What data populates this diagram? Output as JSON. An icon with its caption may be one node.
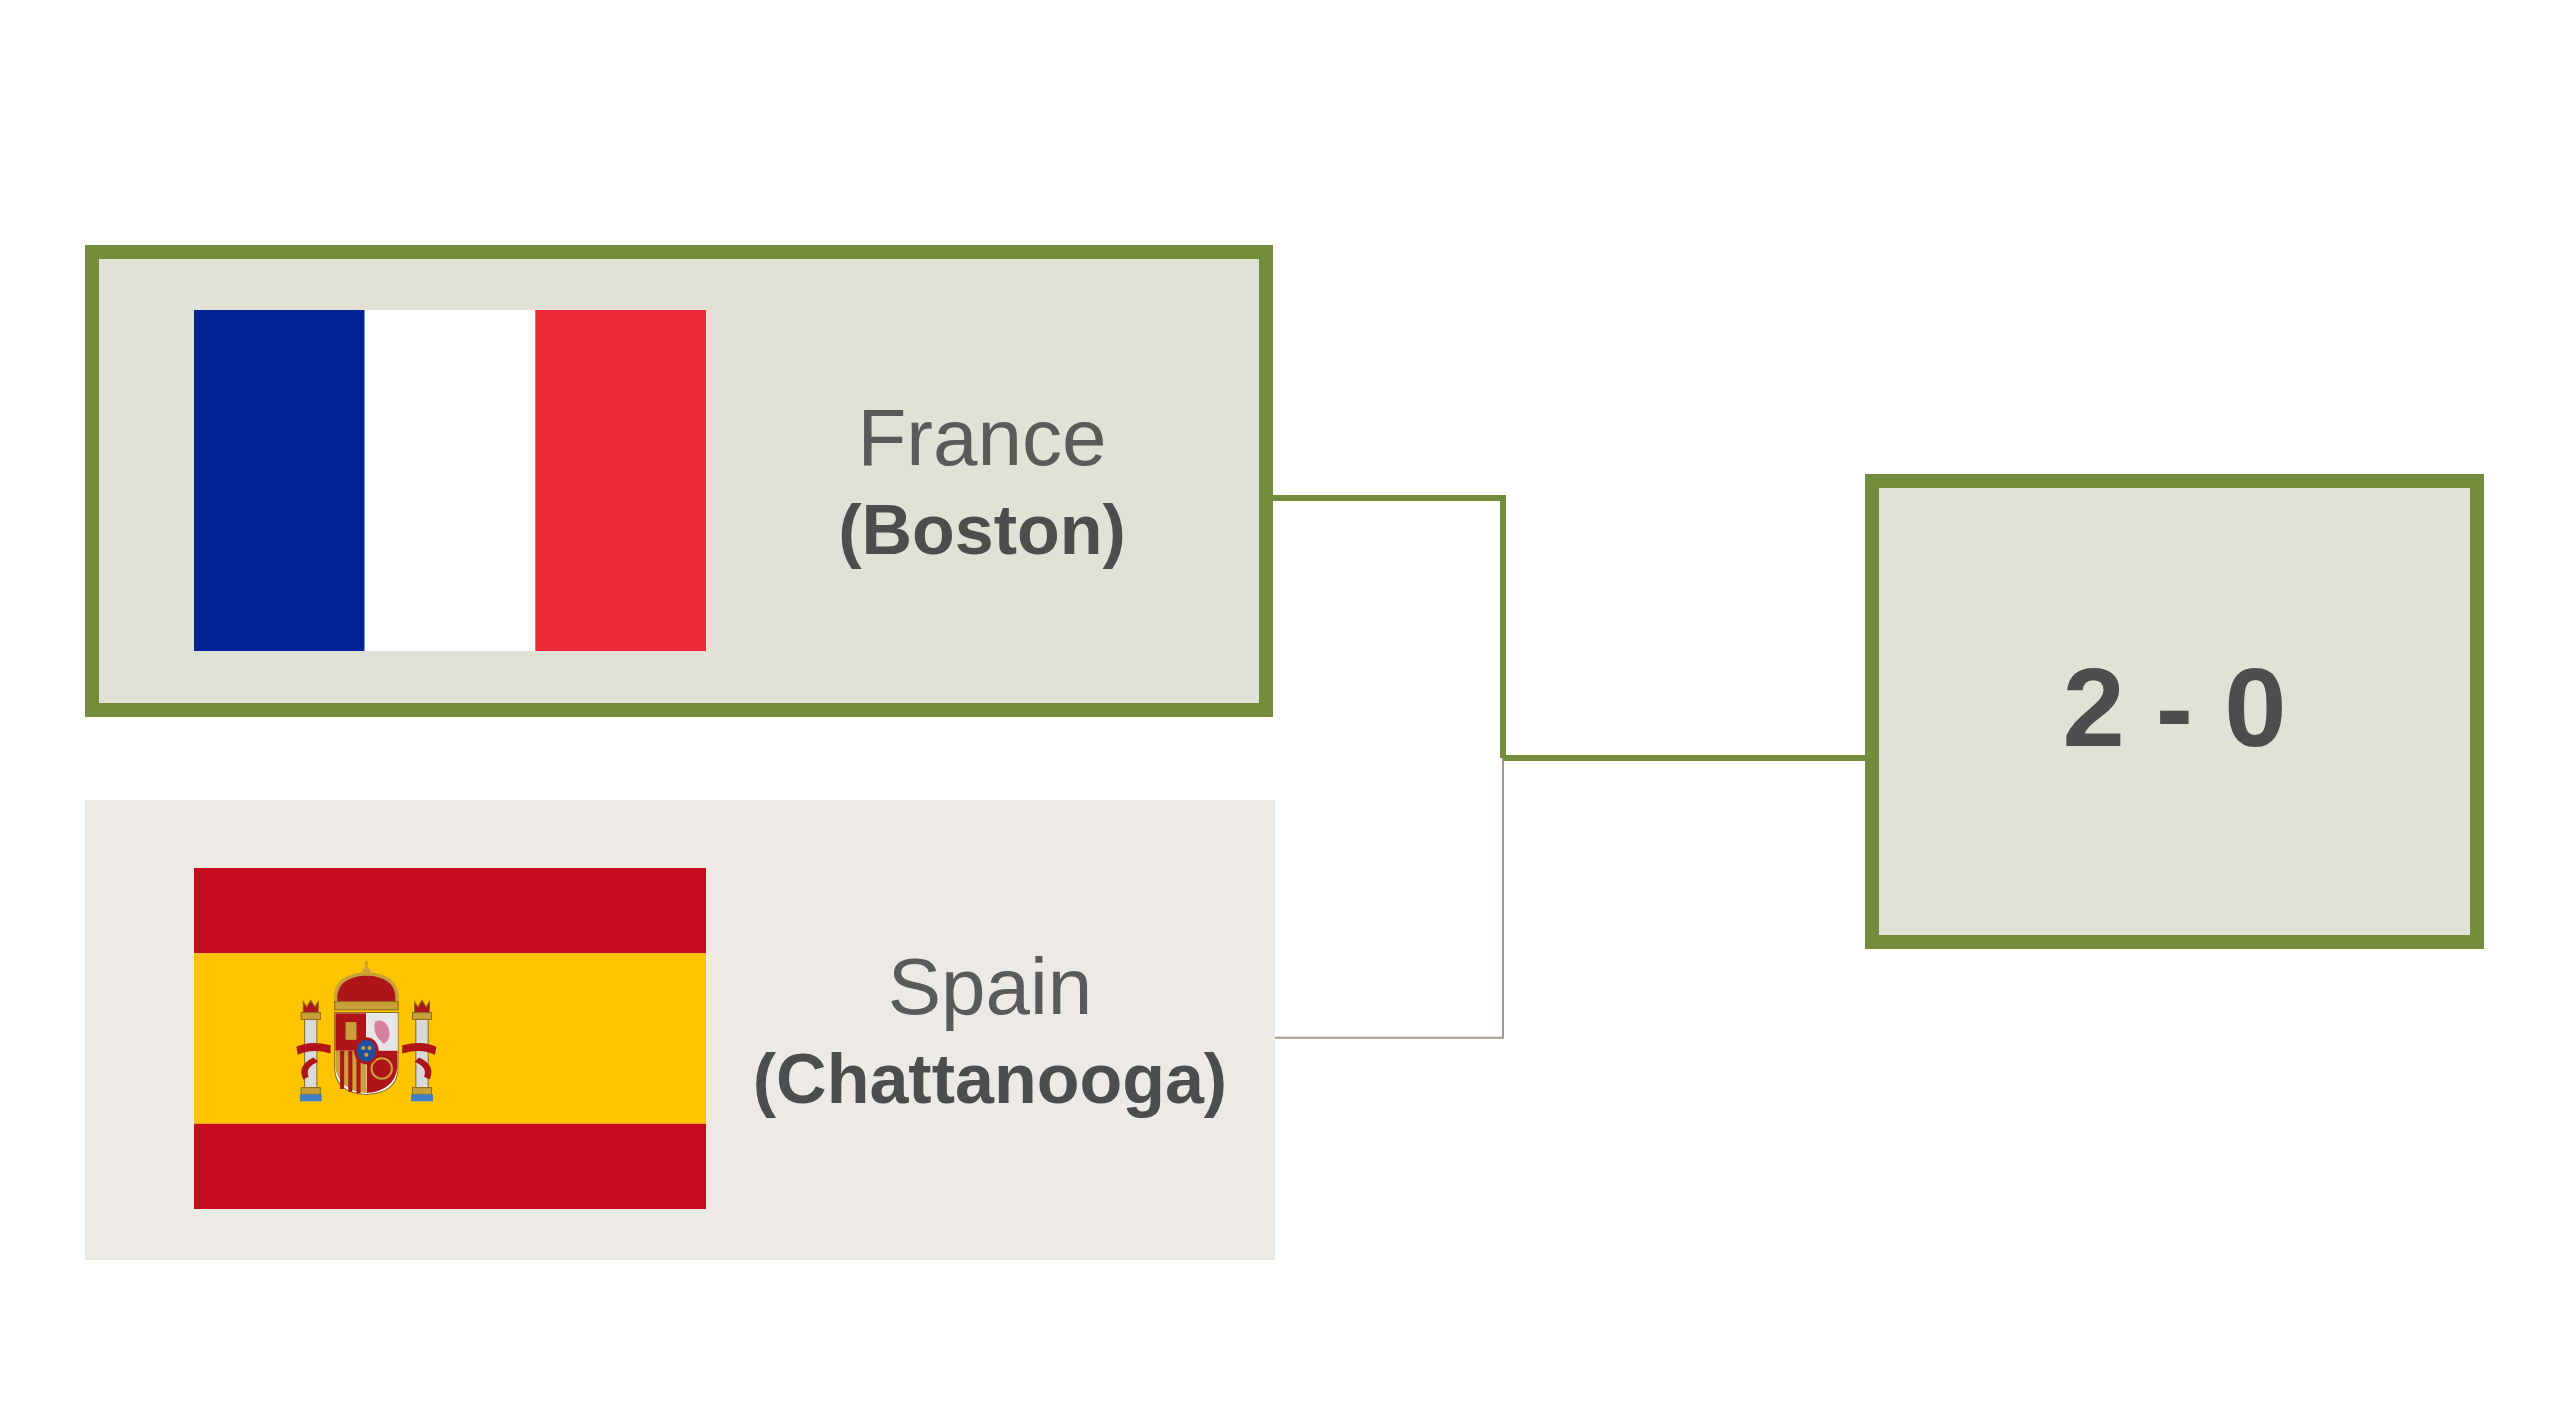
{
  "diagram": {
    "nodes": [
      {
        "text": [
          "France",
          "(Boston)"
        ]
      },
      {
        "text": [
          "Spain",
          "(Chattanooga)"
        ]
      },
      {
        "text": [
          "2 - 0"
        ]
      }
    ],
    "edges": [
      {
        "from": 0,
        "to": 2,
        "arrow": "none",
        "style": "thick",
        "color": "#728c3c"
      },
      {
        "from": 1,
        "to": 2,
        "arrow": "none",
        "color": "#a89a8a"
      }
    ]
  }
}
